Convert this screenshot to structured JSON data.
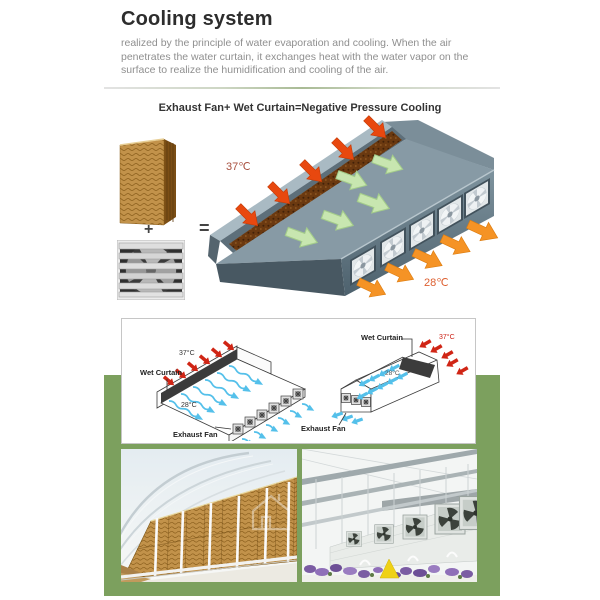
{
  "header": {
    "title": "Cooling system",
    "description": "realized by the principle of water evaporation and cooling. When the air penetrates the water curtain, it exchanges heat with the water vapor on the surface to realize the humidification and cooling of the air.",
    "caption": "Exhaust Fan+ Wet Curtain=Negative Pressure Cooling"
  },
  "formula": {
    "plus": "+",
    "equals": "="
  },
  "main_diagram": {
    "inlet_temp": "37℃",
    "outlet_temp": "28℃"
  },
  "schematic_left": {
    "curtain_label": "Wet Curtain",
    "fan_label": "Exhaust Fan",
    "inlet_temp": "37°C",
    "outlet_temp": "28°C"
  },
  "schematic_right": {
    "curtain_label": "Wet Curtain",
    "fan_label": "Exhaust Fan",
    "inlet_temp": "37°C",
    "outlet_temp": "28°C"
  },
  "colors": {
    "accent_green": "#7ca05e",
    "inlet_arrow_red": "#e8480f",
    "outlet_arrow_orange": "#f59325",
    "interior_arrow_green": "#c8e6b0",
    "schematic_arrow_blue": "#54c0ea",
    "curtain_brown": "#6b3910"
  }
}
